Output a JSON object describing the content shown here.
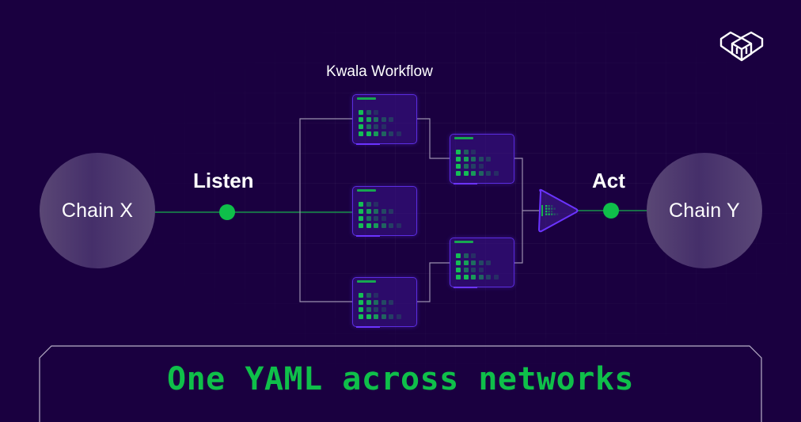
{
  "colors": {
    "background": "#1a0040",
    "accent_green": "#0fbf4a",
    "node_border": "#5b2de0",
    "wire_gray": "#9b8fae",
    "chain_fill": "#4c376e"
  },
  "logo": {
    "icon": "cube-heart-logo-icon"
  },
  "diagram": {
    "workflow_title": "Kwala Workflow",
    "source": {
      "label": "Chain X"
    },
    "target": {
      "label": "Chain Y"
    },
    "listen_label": "Listen",
    "act_label": "Act",
    "nodes": [
      {
        "id": "node-1",
        "stage": 1
      },
      {
        "id": "node-2",
        "stage": 1
      },
      {
        "id": "node-3",
        "stage": 1
      },
      {
        "id": "node-4",
        "stage": 2
      },
      {
        "id": "node-5",
        "stage": 2
      }
    ],
    "merge": {
      "icon": "triangle-merge-icon"
    }
  },
  "banner": {
    "title": "One YAML across networks"
  }
}
